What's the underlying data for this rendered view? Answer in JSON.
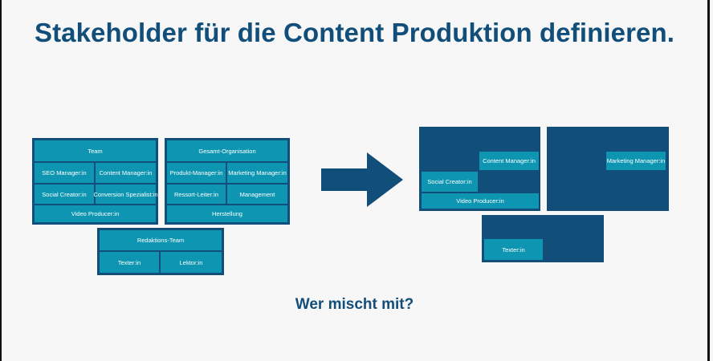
{
  "title": "Stakeholder für die Content Produktion definieren.",
  "question": "Wer mischt mit?",
  "colors": {
    "dark_blue": "#124e7a",
    "cyan": "#0d95b1",
    "background": "#f7f7f7"
  },
  "groups": {
    "team": {
      "header": "Team",
      "cells": [
        "SEO Manager:in",
        "Content Manager:in",
        "Social Creator:in",
        "Conversion Spezialist:in"
      ],
      "footer": "Video Producer:in"
    },
    "gesamt": {
      "header": "Gesamt-Organisation",
      "cells": [
        "Produkt-Manager:in",
        "Marketing Manager:in",
        "Ressort-Leiter:in",
        "Management"
      ],
      "footer": "Herstellung"
    },
    "redaktion": {
      "header": "Redaktions-Team",
      "cells": [
        "Texter:in",
        "Lektor:in"
      ]
    }
  },
  "selected": {
    "content_manager": "Content Manager:in",
    "social_creator": "Social Creator:in",
    "video_producer": "Video Producer:in",
    "marketing_manager": "Marketing Manager:in",
    "texter": "Texter:in"
  },
  "icons": {
    "arrow": "right-arrow-icon"
  }
}
